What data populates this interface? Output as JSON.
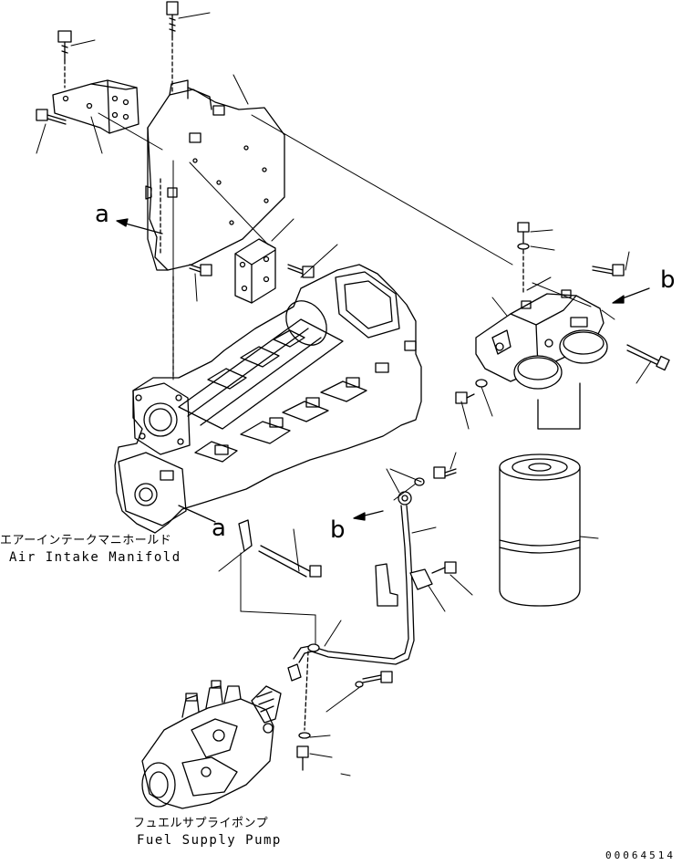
{
  "labels": {
    "air_intake_manifold_jp": "エアーインテークマニホールド",
    "air_intake_manifold_en": "Air Intake Manifold",
    "fuel_supply_pump_jp": "フュエルサプライポンプ",
    "fuel_supply_pump_en": "Fuel Supply Pump",
    "view_a_top": "a",
    "view_a_bottom": "a",
    "view_b_right": "b",
    "view_b_left": "b",
    "drawing_number": "00064514"
  },
  "colors": {
    "line": "#000000",
    "background": "#ffffff"
  }
}
